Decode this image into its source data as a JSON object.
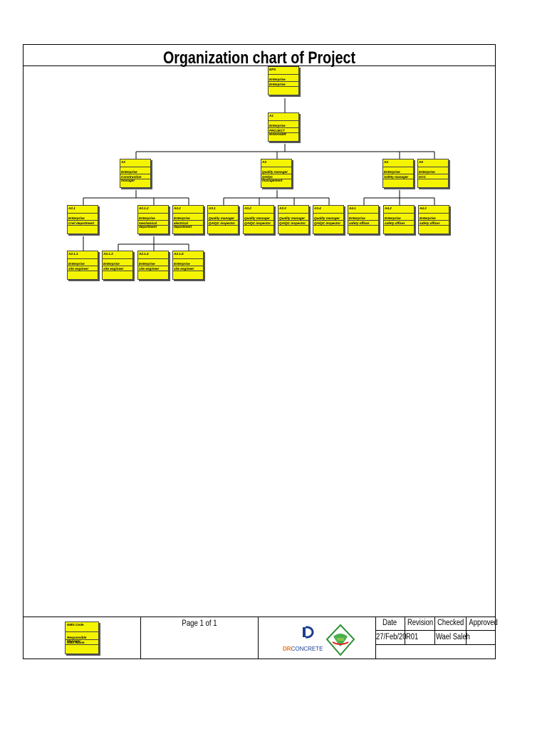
{
  "title": "Organization chart of Project",
  "nodes": {
    "root": {
      "code": "EPS",
      "org": "Enterprise",
      "role": "Enterprise"
    },
    "a1": {
      "code": "A1",
      "org": "Enterprise",
      "role": "PROJECT MANAGER"
    },
    "a2": {
      "code": "A2",
      "org": "Enterprise",
      "role": "Construction manager"
    },
    "a3": {
      "code": "A3",
      "org": "Quality manager",
      "role": "QA/QC management"
    },
    "a4": {
      "code": "A4",
      "org": "Enterprise",
      "role": "Safety manager"
    },
    "a5": {
      "code": "A5",
      "org": "Enterprise",
      "role": "DCC"
    },
    "a21": {
      "code": "A2.1",
      "org": "Enterprise",
      "role": "Civil department"
    },
    "a212": {
      "code": "A2.1.2",
      "org": "Enterprise",
      "role": "mechanical department"
    },
    "a22": {
      "code": "A2.2",
      "org": "Enterprise",
      "role": "electrical department"
    },
    "a31": {
      "code": "A3.1",
      "org": "Quality manager",
      "role": "QA/QC inspector"
    },
    "a32": {
      "code": "A3.2",
      "org": "Quality manager",
      "role": "QA/QC inspector"
    },
    "a33": {
      "code": "A3.3",
      "org": "Quality manager",
      "role": "QA/QC inspector"
    },
    "a34": {
      "code": "A3.4",
      "org": "Quality manager",
      "role": "QA/QC inspector"
    },
    "a41": {
      "code": "A4.1",
      "org": "Enterprise",
      "role": "safety officer"
    },
    "a42": {
      "code": "A4.2",
      "org": "Enterprise",
      "role": "safety officer"
    },
    "a43": {
      "code": "A4.3",
      "org": "Enterprise",
      "role": "safety officer"
    },
    "a211": {
      "code": "A2.1.1",
      "org": "Enterprise",
      "role": "site engineer"
    },
    "a213": {
      "code": "A2.1.3",
      "org": "Enterprise",
      "role": "site engineer"
    },
    "a214": {
      "code": "A2.1.4",
      "org": "Enterprise",
      "role": "site engineer"
    },
    "a215": {
      "code": "A2.1.5",
      "org": "Enterprise",
      "role": "site engineer"
    }
  },
  "footer": {
    "legend": {
      "line1": "WBS Code",
      "line2": "Responsible Manager",
      "line3": "WBS Name"
    },
    "page_label": "Page 1 of 1",
    "logo_text": {
      "part1": "DR",
      "part2": "CONCRETE"
    },
    "approval": {
      "headers": [
        "Date",
        "Revision",
        "Checked",
        "Approved"
      ],
      "values": [
        "27/Feb/20",
        "R01",
        "Wael Saleh",
        ""
      ]
    }
  },
  "colors": {
    "node_fill": "#f4f400",
    "logo_blue": "#1b3f8f",
    "logo_orange": "#e8731a",
    "logo_green": "#2f8f2f",
    "logo_red": "#d22"
  }
}
